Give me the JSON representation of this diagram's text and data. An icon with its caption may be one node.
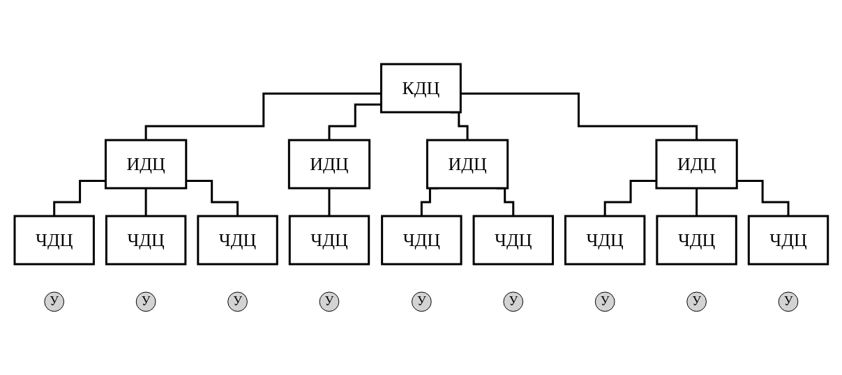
{
  "diagram": {
    "nodes": [
      {
        "text": [
          "КДЦ"
        ]
      },
      {
        "text": [
          "ИДЦ"
        ]
      },
      {
        "text": [
          "ИДЦ"
        ]
      },
      {
        "text": [
          "ИДЦ"
        ]
      },
      {
        "text": [
          "ИДЦ"
        ]
      },
      {
        "text": [
          "ЧДЦ"
        ]
      },
      {
        "text": [
          "У"
        ]
      },
      {
        "text": [
          "ЧДЦ"
        ]
      },
      {
        "text": [
          "У"
        ]
      },
      {
        "text": [
          "ЧДЦ"
        ]
      },
      {
        "text": [
          "У"
        ]
      },
      {
        "text": [
          "ЧДЦ"
        ]
      },
      {
        "text": [
          "У"
        ]
      },
      {
        "text": [
          "ЧДЦ"
        ]
      },
      {
        "text": [
          "У"
        ]
      },
      {
        "text": [
          "ЧДЦ"
        ]
      },
      {
        "text": [
          "У"
        ]
      },
      {
        "text": [
          "ЧДЦ"
        ]
      },
      {
        "text": [
          "У"
        ]
      },
      {
        "text": [
          "ЧДЦ"
        ]
      },
      {
        "text": [
          "У"
        ]
      },
      {
        "text": [
          "ЧДЦ"
        ]
      },
      {
        "text": [
          "У"
        ]
      }
    ],
    "edges": [
      {
        "from": 0,
        "to": 1,
        "arrow": "none"
      },
      {
        "from": 0,
        "to": 2,
        "arrow": "none"
      },
      {
        "from": 0,
        "to": 3,
        "arrow": "none"
      },
      {
        "from": 0,
        "to": 4,
        "arrow": "none"
      },
      {
        "from": 1,
        "to": 5,
        "arrow": "none"
      },
      {
        "from": 1,
        "to": 13,
        "arrow": "none"
      },
      {
        "from": 1,
        "to": 19,
        "arrow": "none"
      },
      {
        "from": 2,
        "to": 7,
        "arrow": "none"
      },
      {
        "from": 3,
        "to": 9,
        "arrow": "none"
      },
      {
        "from": 3,
        "to": 15,
        "arrow": "none"
      },
      {
        "from": 4,
        "to": 11,
        "arrow": "none"
      },
      {
        "from": 4,
        "to": 17,
        "arrow": "none"
      },
      {
        "from": 4,
        "to": 21,
        "arrow": "none"
      }
    ]
  }
}
